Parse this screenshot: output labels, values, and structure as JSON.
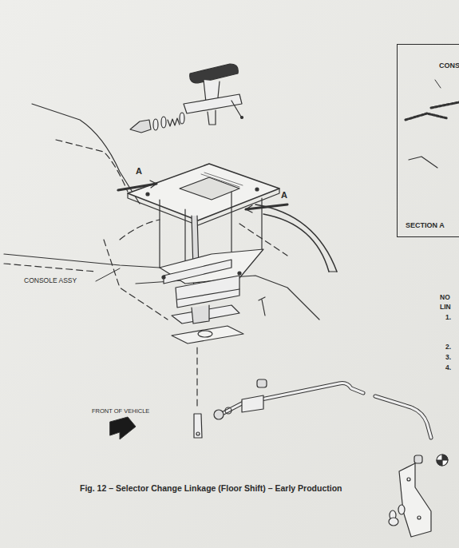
{
  "diagram": {
    "caption": "Fig. 12 – Selector Change Linkage (Floor Shift) – Early Production",
    "nodes": [
      {
        "text": [
          "CONS",
          "SECTION A"
        ]
      }
    ],
    "labels": [
      "A",
      "A",
      "CONSOLE ASSY",
      "FRONT OF VEHICLE",
      "NO",
      "LIN",
      "1.",
      "2.",
      "3.",
      "4."
    ]
  }
}
